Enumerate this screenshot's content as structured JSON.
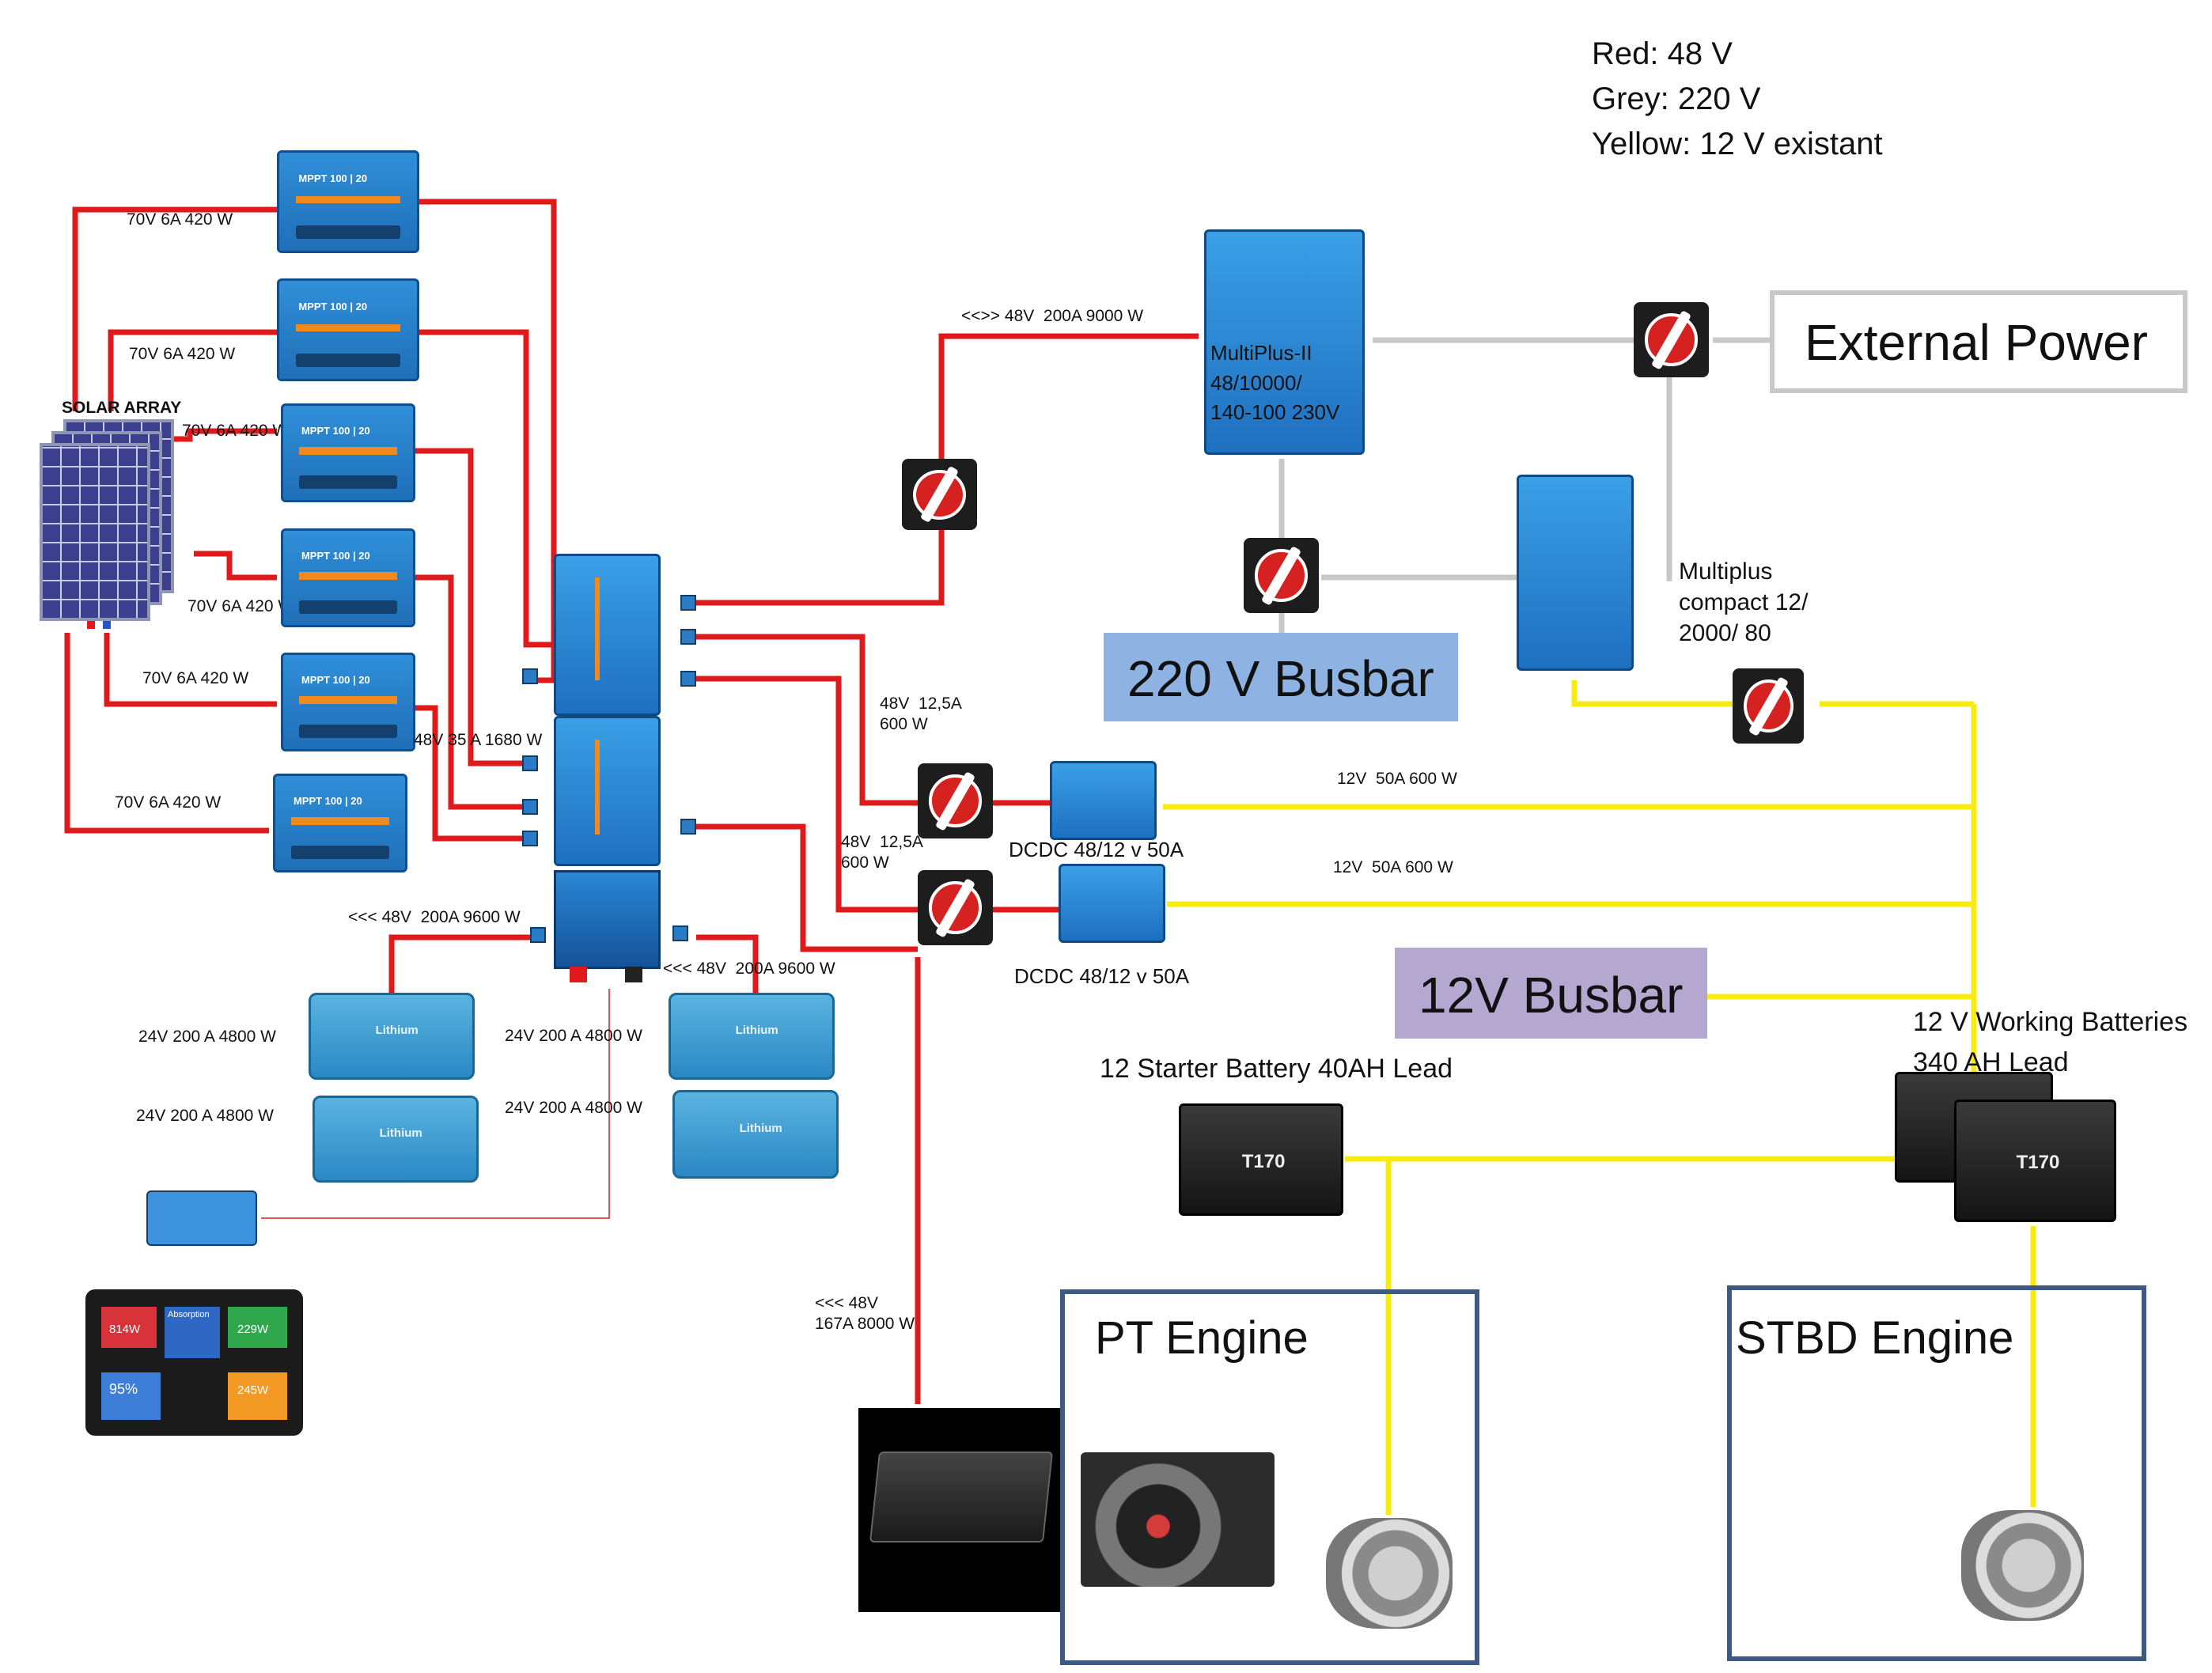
{
  "legend": {
    "red": "Red: 48 V",
    "grey": "Grey: 220 V",
    "yellow": "Yellow: 12 V existant"
  },
  "colors": {
    "v48": "#e0191b",
    "v220": "#c8c8c8",
    "v12": "#f7ec12",
    "busbar220": "#8eb3e3",
    "busbar12": "#b4a7d0",
    "engine_box": "#3d5a85"
  },
  "solar": {
    "title": "SOLAR ARRAY",
    "strings": [
      "70V 6A 420 W",
      "70V 6A 420 W",
      "70V 6A 420 W",
      "70V 6A 420 W",
      "70V 6A 420 W",
      "70V 6A 420 W"
    ]
  },
  "mppt_label": "MPPT 100 | 20",
  "mppt_combined": "48V 35 A 1680 W",
  "main_links": {
    "multiplus_link": "<<>> 48V  200A 9000 W",
    "battery_link_left": "<<< 48V  200A 9600 W",
    "battery_link_right": "<<< 48V  200A 9600 W",
    "dcdc1_feed": "48V  12,5A\n600 W",
    "dcdc2_feed": "48V  12,5A\n600 W",
    "alternator_feed": "<<< 48V\n167A 8000 W"
  },
  "batteries": [
    "24V 200 A 4800 W",
    "24V 200 A 4800 W",
    "24V 200 A 4800 W",
    "24V 200 A 4800 W"
  ],
  "battery_face": "Lithium",
  "multiplus_ii": "MultiPlus-II\n48/10000/\n140-100 230V",
  "external_power": "External Power",
  "busbar_220": "220 V Busbar",
  "multiplus_compact": "Multiplus\ncompact 12/\n2000/ 80",
  "dcdc": {
    "label1": "DCDC 48/12 v 50A",
    "label2": "DCDC 48/12 v 50A",
    "out1": "12V  50A 600 W",
    "out2": "12V  50A 600 W"
  },
  "busbar_12": "12V Busbar",
  "working_batteries": "12 V Working Batteries\n340 AH Lead",
  "starter_battery": "12 Starter Battery 40AH Lead",
  "lead_face": "T170",
  "pt_engine": "PT Engine",
  "stbd_engine": "STBD Engine",
  "gx": {
    "tiles": [
      "814W",
      "229W",
      "95%",
      "245W"
    ],
    "title": "Absorption"
  }
}
